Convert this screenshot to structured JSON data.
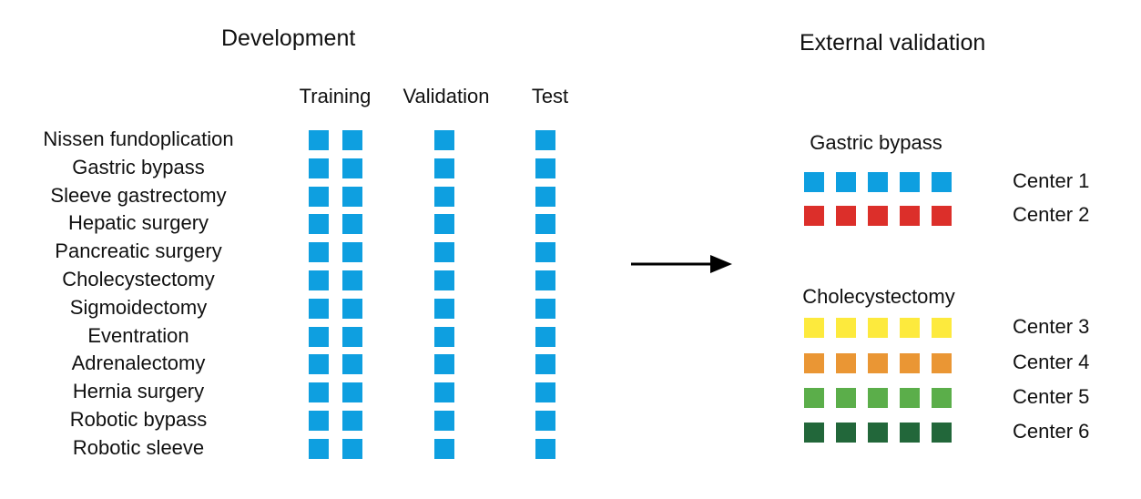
{
  "development": {
    "title": "Development",
    "columns": [
      {
        "label": "Training",
        "squares": 2
      },
      {
        "label": "Validation",
        "squares": 1
      },
      {
        "label": "Test",
        "squares": 1
      }
    ],
    "procedures": [
      "Nissen fundoplication",
      "Gastric bypass",
      "Sleeve gastrectomy",
      "Hepatic surgery",
      "Pancreatic surgery",
      "Cholecystectomy",
      "Sigmoidectomy",
      "Eventration",
      "Adrenalectomy",
      "Hernia surgery",
      "Robotic bypass",
      "Robotic sleeve"
    ],
    "square_color": "#0e9fe0"
  },
  "external": {
    "title": "External  validation",
    "groups": [
      {
        "label": "Gastric bypass",
        "centers": [
          {
            "label": "Center 1",
            "color": "#0e9fe0",
            "squares": 5
          },
          {
            "label": "Center 2",
            "color": "#dc2f2a",
            "squares": 5
          }
        ]
      },
      {
        "label": "Cholecystectomy",
        "centers": [
          {
            "label": "Center 3",
            "color": "#fdea3d",
            "squares": 5
          },
          {
            "label": "Center 4",
            "color": "#ea9634",
            "squares": 5
          },
          {
            "label": "Center 5",
            "color": "#5bae4a",
            "squares": 5
          },
          {
            "label": "Center 6",
            "color": "#22673a",
            "squares": 5
          }
        ]
      }
    ]
  },
  "arrow_icon": "right-arrow-icon"
}
